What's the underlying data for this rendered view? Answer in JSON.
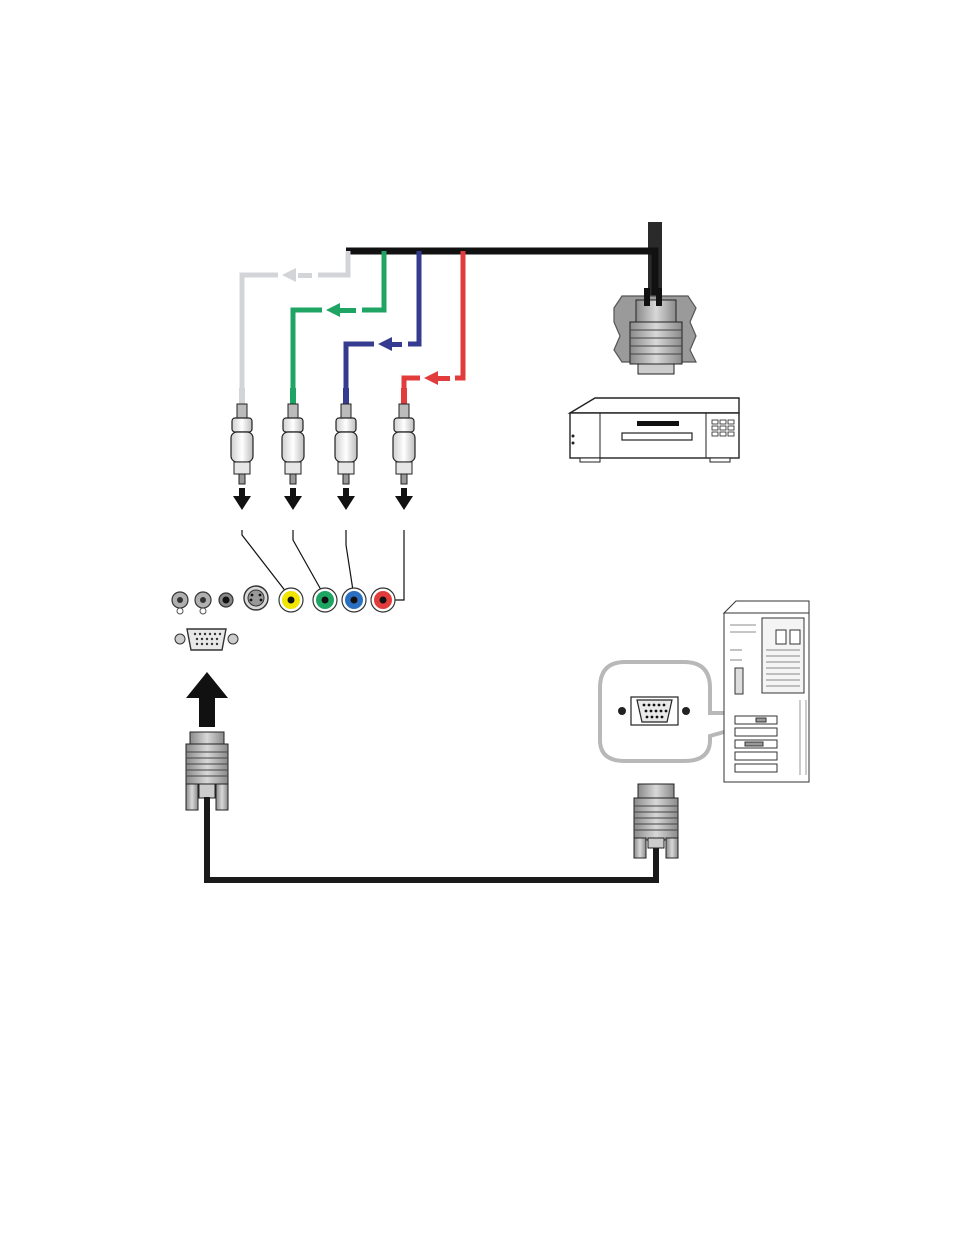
{
  "diagram": {
    "description_text": "",
    "cables": [
      {
        "name": "white-video-cable",
        "color": "#d3d4d8"
      },
      {
        "name": "green-y-cable",
        "color": "#1ea463"
      },
      {
        "name": "blue-pb-cable",
        "color": "#353b8e"
      },
      {
        "name": "red-pr-cable",
        "color": "#e23b3b"
      },
      {
        "name": "black-main-cable",
        "color": "#111111"
      },
      {
        "name": "vga-cable",
        "color": "#1a1a1a"
      }
    ],
    "jacks": [
      {
        "name": "audio-l-jack",
        "color": "#b0b0b0"
      },
      {
        "name": "audio-r-jack",
        "color": "#b0b0b0"
      },
      {
        "name": "audio-mini-jack",
        "color": "#222222"
      },
      {
        "name": "s-video-jack",
        "color": "#cccccc"
      },
      {
        "name": "composite-yellow-jack",
        "color": "#f2e500"
      },
      {
        "name": "component-green-jack",
        "color": "#1ea463"
      },
      {
        "name": "component-blue-jack",
        "color": "#2b6fc0"
      },
      {
        "name": "component-red-jack",
        "color": "#e23b3b"
      }
    ],
    "devices": [
      "dvd-player",
      "desktop-computer",
      "projector-input-panel"
    ],
    "icons": [
      "rca-plug-icon",
      "vga-connector-icon",
      "d-sub-adapter-icon",
      "arrow-down-icon",
      "arrow-up-icon",
      "zoom-callout-icon"
    ]
  }
}
